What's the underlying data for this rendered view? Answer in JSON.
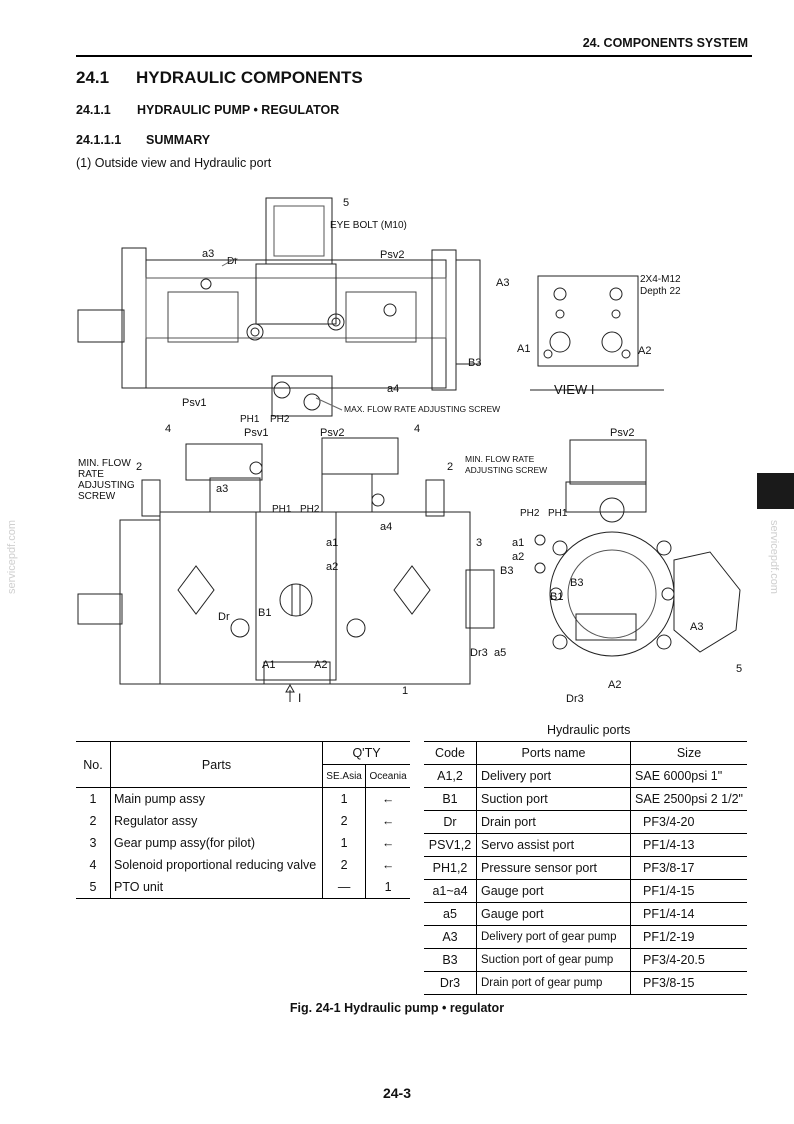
{
  "header": {
    "section": "24. COMPONENTS SYSTEM"
  },
  "heading1": {
    "num": "24.1",
    "text": "HYDRAULIC COMPONENTS"
  },
  "heading2": {
    "num": "24.1.1",
    "text": "HYDRAULIC PUMP • REGULATOR"
  },
  "heading3": {
    "num": "24.1.1.1",
    "text": "SUMMARY"
  },
  "intro": "(1)  Outside view and Hydraulic port",
  "watermark": "servicepdf.com",
  "drawing": {
    "top": {
      "l5": "5",
      "eye_bolt": "EYE BOLT (M10)",
      "a3": "a3",
      "dr": "Dr",
      "psv2": "Psv2",
      "psv1": "Psv1",
      "a4": "a4",
      "ph1": "PH1",
      "ph2": "PH2",
      "max_flow": "MAX. FLOW RATE ADJUSTING SCREW"
    },
    "view": {
      "a3": "A3",
      "bolt": "2X4-M12",
      "depth": "Depth 22",
      "a1": "A1",
      "a2": "A2",
      "b3": "B3",
      "view_label": "VIEW  I"
    },
    "front": {
      "l4a": "4",
      "psv1": "Psv1",
      "psv2": "Psv2",
      "l4b": "4",
      "min_flow_l1": "MIN. FLOW",
      "min_flow_l2": "RATE",
      "min_flow_l3": "ADJUSTING",
      "min_flow_l4": "SCREW",
      "l2a": "2",
      "l2b": "2",
      "a3": "a3",
      "ph1": "PH1",
      "ph2": "PH2",
      "a4": "a4",
      "a1": "a1",
      "a2": "a2",
      "l3": "3",
      "b3": "B3",
      "dr": "Dr",
      "b1": "B1",
      "a1_cap": "A1",
      "a2_cap": "A2",
      "dr3": "Dr3",
      "a5": "a5",
      "l1": "1",
      "arrow_i": "I"
    },
    "side": {
      "psv2": "Psv2",
      "min_flow_l1": "MIN. FLOW RATE",
      "min_flow_l2": "ADJUSTING SCREW",
      "ph2": "PH2",
      "ph1": "PH1",
      "a1": "a1",
      "a2": "a2",
      "b3": "B3",
      "b1": "B1",
      "a3": "A3",
      "l5": "5",
      "a2_cap": "A2",
      "dr3": "Dr3"
    }
  },
  "parts_table": {
    "headers": {
      "no": "No.",
      "parts": "Parts",
      "qty": "Q'TY",
      "asia": "SE.Asia",
      "oceania": "Oceania"
    },
    "rows": [
      {
        "no": "1",
        "name": "Main pump assy",
        "asia": "1",
        "oceania": "←"
      },
      {
        "no": "2",
        "name": "Regulator assy",
        "asia": "2",
        "oceania": "←"
      },
      {
        "no": "3",
        "name": "Gear pump assy(for pilot)",
        "asia": "1",
        "oceania": "←"
      },
      {
        "no": "4",
        "name": "Solenoid proportional reducing valve",
        "asia": "2",
        "oceania": "←"
      },
      {
        "no": "5",
        "name": "PTO unit",
        "asia": "—",
        "oceania": "1"
      }
    ]
  },
  "ports_table": {
    "caption": "Hydraulic ports",
    "headers": {
      "code": "Code",
      "name": "Ports name",
      "size": "Size"
    },
    "rows": [
      {
        "code": "A1,2",
        "name": "Delivery port",
        "size": "SAE 6000psi 1\""
      },
      {
        "code": "B1",
        "name": "Suction port",
        "size": "SAE 2500psi 2 1/2\""
      },
      {
        "code": "Dr",
        "name": "Drain port",
        "size": "PF3/4-20"
      },
      {
        "code": "PSV1,2",
        "name": "Servo assist port",
        "size": "PF1/4-13"
      },
      {
        "code": "PH1,2",
        "name": "Pressure sensor port",
        "size": "PF3/8-17"
      },
      {
        "code": "a1~a4",
        "name": "Gauge port",
        "size": "PF1/4-15"
      },
      {
        "code": "a5",
        "name": "Gauge port",
        "size": "PF1/4-14"
      },
      {
        "code": "A3",
        "name": "Delivery port of gear pump",
        "size": "PF1/2-19"
      },
      {
        "code": "B3",
        "name": "Suction port of gear pump",
        "size": "PF3/4-20.5"
      },
      {
        "code": "Dr3",
        "name": "Drain port of gear pump",
        "size": "PF3/8-15"
      }
    ]
  },
  "figure_caption": "Fig. 24-1 Hydraulic pump • regulator",
  "page_number": "24-3"
}
